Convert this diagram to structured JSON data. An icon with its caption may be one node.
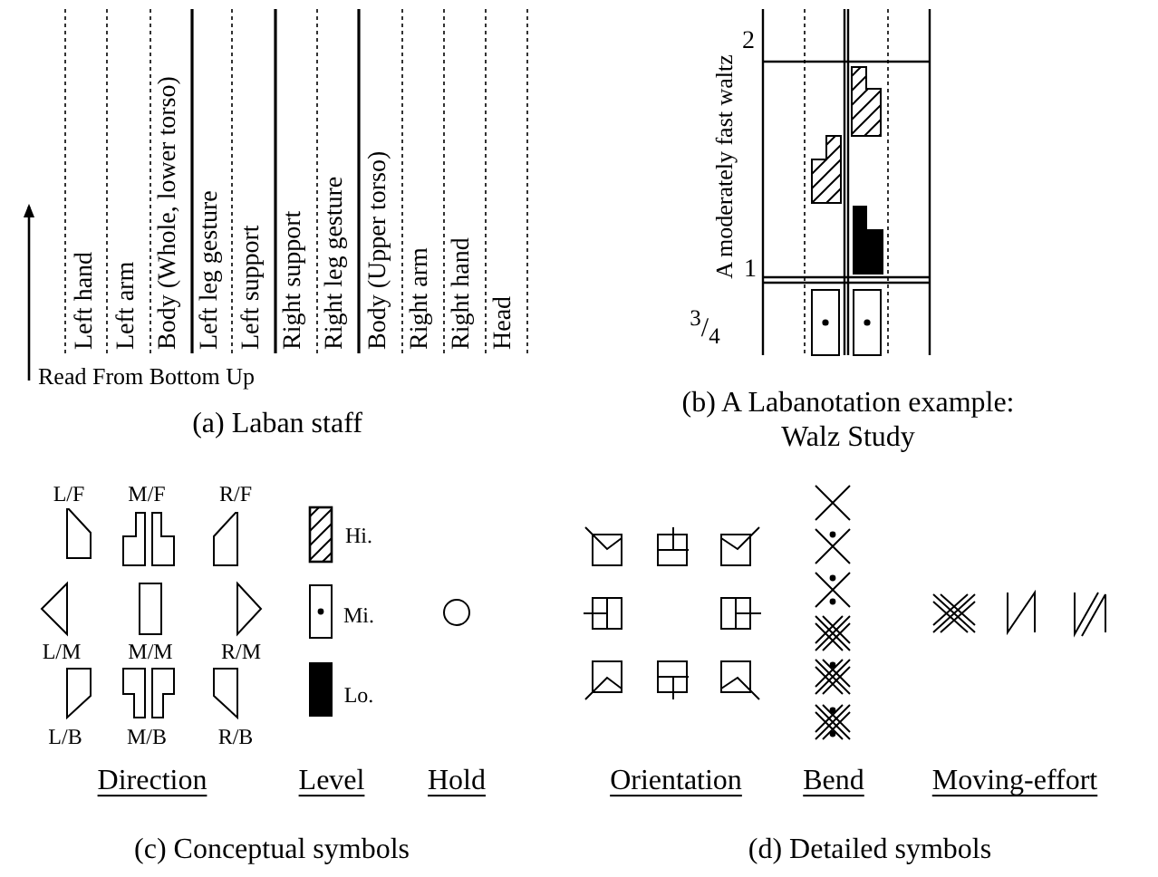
{
  "diagram": {
    "labels": [
      "Left hand",
      "Left arm",
      "Body (Whole, lower torso)",
      "Left leg gesture",
      "Left support",
      "Right support",
      "Right leg gesture",
      "Body (Upper torso)",
      "Right arm",
      "Right hand",
      "Head",
      "Read From Bottom Up",
      "(a) Laban staff",
      "2",
      "A moderately fast waltz",
      "1",
      "$^{3}$/$_{4}$",
      "(b) A Labanotation example: Walz Study",
      "L/F",
      "M/F",
      "R/F",
      "Hi.",
      "Mi.",
      "L/M",
      "M/M",
      "R/M",
      "Lo.",
      "L/B",
      "M/B",
      "R/B",
      "Direction",
      "Level",
      "Hold",
      "(c) Conceptual symbols",
      "Orientation",
      "Bend",
      "Moving-effort",
      "(d) Detailed symbols"
    ]
  }
}
